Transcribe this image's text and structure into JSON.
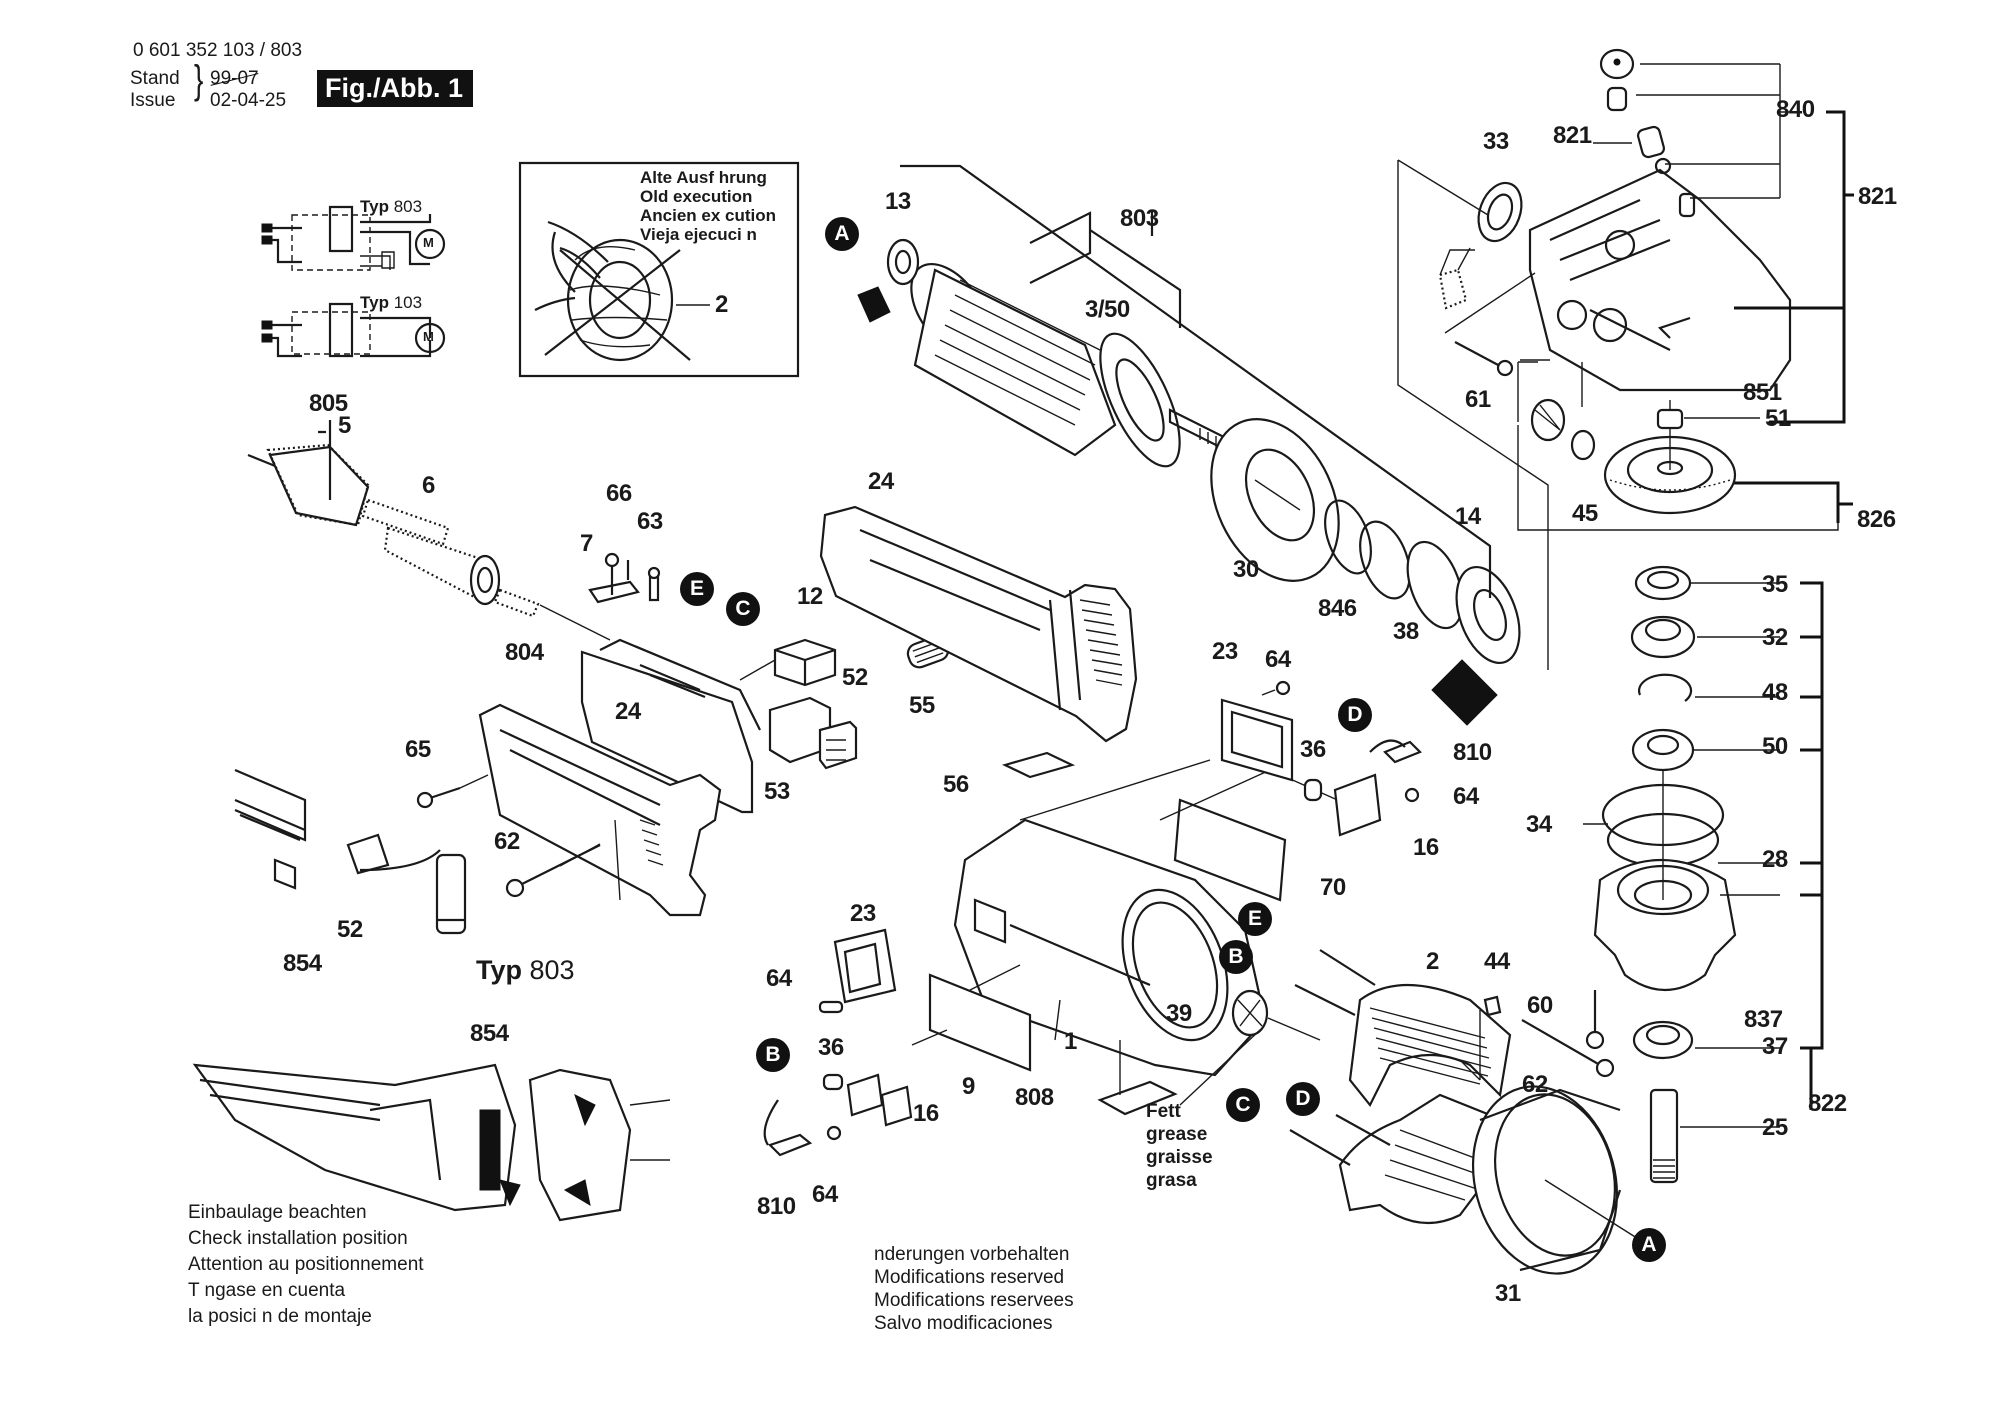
{
  "header": {
    "document_number": "0 601 352 103 / 803",
    "stand_label": "Stand",
    "issue_label": "Issue",
    "old_date": "99-07",
    "issue_date": "02-04-25",
    "figure_label": "Fig./Abb. 1"
  },
  "wiring": {
    "typ_803": {
      "prefix": "Typ",
      "number": "803",
      "motor": "M"
    },
    "typ_103": {
      "prefix": "Typ",
      "number": "103",
      "motor": "M"
    }
  },
  "old_execution_box": {
    "lines": "Alte Ausf hrung\nOld execution\nAncien ex cution\nVieja ejecuci n",
    "part": "2"
  },
  "markers": [
    "A",
    "B",
    "C",
    "D",
    "E"
  ],
  "parts": {
    "p13": "13",
    "p803": "803",
    "p3_50": "3/50",
    "p33": "33",
    "p821a": "821",
    "p840": "840",
    "p821b": "821",
    "p61": "61",
    "p851": "851",
    "p51": "51",
    "p45": "45",
    "p826": "826",
    "p14": "14",
    "p30": "30",
    "p846": "846",
    "p38": "38",
    "p805": "805",
    "p5": "5",
    "p6": "6",
    "p66": "66",
    "p63": "63",
    "p7": "7",
    "p24a": "24",
    "p12": "12",
    "p804": "804",
    "p52a": "52",
    "p55": "55",
    "p53": "53",
    "p65": "65",
    "p24b": "24",
    "p62a": "62",
    "p52b": "52",
    "p854a": "854",
    "p854b": "854",
    "p23a": "23",
    "p64a": "64",
    "p36a": "36",
    "p810a": "810",
    "p64b": "64",
    "p16a": "16",
    "p70": "70",
    "p56": "56",
    "p23b": "23",
    "p64c": "64",
    "p36b": "36",
    "p16b": "16",
    "p9": "9",
    "p1": "1",
    "p808": "808",
    "p39": "39",
    "p810b": "810",
    "p64d": "64",
    "p2": "2",
    "p44": "44",
    "p60": "60",
    "p62b": "62",
    "p31": "31",
    "p35": "35",
    "p32": "32",
    "p48": "48",
    "p50": "50",
    "p34": "34",
    "p28": "28",
    "p837": "837",
    "p37": "37",
    "p25": "25",
    "p822": "822"
  },
  "typ_note": {
    "prefix": "Typ",
    "number": "803"
  },
  "grease_note": "Fett\ngrease\ngraisse\ngrasa",
  "install_note": "Einbaulage beachten\nCheck installation position\nAttention au positionnement\nT ngase en cuenta\nla posici n de montaje",
  "modifications_note": " nderungen vorbehalten\nModifications reserved\nModifications reservees\nSalvo modificaciones"
}
